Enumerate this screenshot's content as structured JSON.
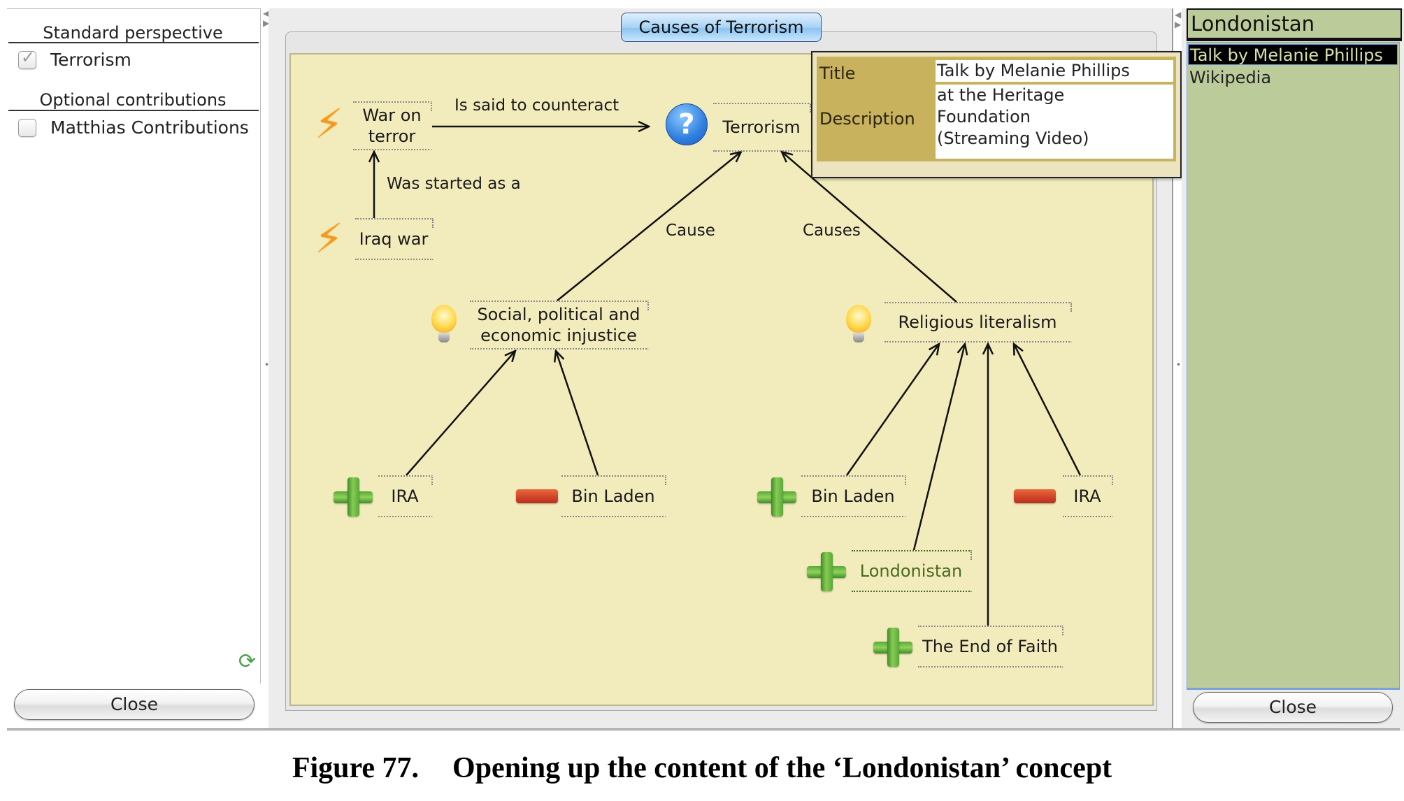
{
  "left_panel": {
    "standard_header": "Standard perspective",
    "standard_items": [
      {
        "label": "Terrorism",
        "checked": true,
        "enabled": false
      }
    ],
    "optional_header": "Optional contributions",
    "optional_items": [
      {
        "label": "Matthias Contributions",
        "checked": false
      }
    ],
    "refresh_icon": "refresh-icon",
    "close_label": "Close"
  },
  "center": {
    "tab_label": "Causes of Terrorism",
    "nodes": [
      {
        "id": "war-on-terror",
        "label": "War on terror",
        "icon": "lightning-icon"
      },
      {
        "id": "terrorism",
        "label": "Terrorism",
        "icon": "question-icon"
      },
      {
        "id": "iraq-war",
        "label": "Iraq war",
        "icon": "lightning-icon"
      },
      {
        "id": "social-injustice",
        "label": "Social, political and economic injustice",
        "icon": "lightbulb-icon"
      },
      {
        "id": "religious-literalism",
        "label": "Religious literalism",
        "icon": "lightbulb-icon"
      },
      {
        "id": "ira-pro",
        "label": "IRA",
        "icon": "plus-icon"
      },
      {
        "id": "bin-laden-con",
        "label": "Bin Laden",
        "icon": "minus-icon"
      },
      {
        "id": "bin-laden-pro",
        "label": "Bin Laden",
        "icon": "plus-icon"
      },
      {
        "id": "ira-con",
        "label": "IRA",
        "icon": "minus-icon"
      },
      {
        "id": "londonistan",
        "label": "Londonistan",
        "icon": "plus-icon",
        "highlighted": true
      },
      {
        "id": "end-of-faith",
        "label": "The End of Faith",
        "icon": "plus-icon"
      }
    ],
    "edges": [
      {
        "from": "war-on-terror",
        "to": "terrorism",
        "label": "Is said to counteract"
      },
      {
        "from": "iraq-war",
        "to": "war-on-terror",
        "label": "Was started as a"
      },
      {
        "from": "social-injustice",
        "to": "terrorism",
        "label": "Cause"
      },
      {
        "from": "religious-literalism",
        "to": "terrorism",
        "label": "Causes"
      },
      {
        "from": "ira-pro",
        "to": "social-injustice",
        "label": ""
      },
      {
        "from": "bin-laden-con",
        "to": "social-injustice",
        "label": ""
      },
      {
        "from": "bin-laden-pro",
        "to": "religious-literalism",
        "label": ""
      },
      {
        "from": "londonistan",
        "to": "religious-literalism",
        "label": ""
      },
      {
        "from": "end-of-faith",
        "to": "religious-literalism",
        "label": ""
      },
      {
        "from": "ira-con",
        "to": "religious-literalism",
        "label": ""
      }
    ]
  },
  "popup": {
    "title_label": "Title",
    "title_value": "Talk by Melanie Phillips",
    "description_label": "Description",
    "description_lines": [
      "at the Heritage",
      "Foundation",
      "(Streaming Video)"
    ]
  },
  "right_panel": {
    "title": "Londonistan",
    "items": [
      {
        "label": "Talk by Melanie Phillips",
        "selected": true
      },
      {
        "label": "Wikipedia",
        "selected": false
      }
    ],
    "close_label": "Close"
  },
  "caption": {
    "number": "Figure 77.",
    "text": "Opening up the content of the ‘Londonistan’ concept"
  }
}
